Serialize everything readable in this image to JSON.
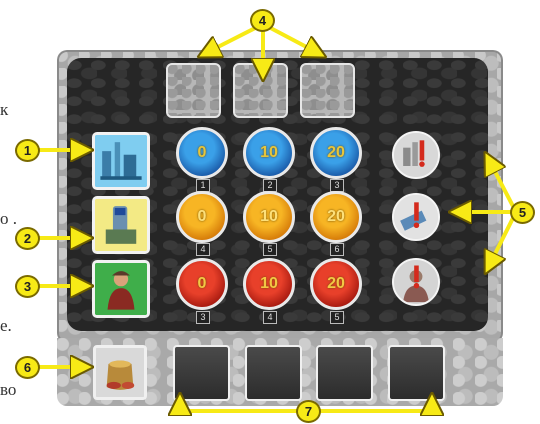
{
  "edge_text": [
    "к",
    "о .",
    "е.",
    "во"
  ],
  "callouts": [
    "1",
    "2",
    "3",
    "4",
    "5",
    "6",
    "7"
  ],
  "coins": {
    "row1": [
      "0",
      "10",
      "20"
    ],
    "row2": [
      "0",
      "10",
      "20"
    ],
    "row3": [
      "0",
      "10",
      "20"
    ]
  },
  "coin_labels": {
    "row1": [
      "1",
      "2",
      "3"
    ],
    "row2": [
      "4",
      "5",
      "6"
    ],
    "row3": [
      "3",
      "4",
      "5"
    ]
  },
  "colors": {
    "arrow_yellow": "#f7ea16",
    "coin_blue": "#1a5aa8",
    "coin_orange": "#d57a08",
    "coin_red": "#a71a10",
    "board_dark": "#262626"
  },
  "icons": {
    "row1_tile": "factory-icon",
    "row2_tile": "silo-icon",
    "row3_tile": "farmer-icon",
    "round1": "factory-alert-icon",
    "round2": "cash-alert-icon",
    "round3": "worker-alert-icon",
    "bag": "grain-bag-icon"
  }
}
